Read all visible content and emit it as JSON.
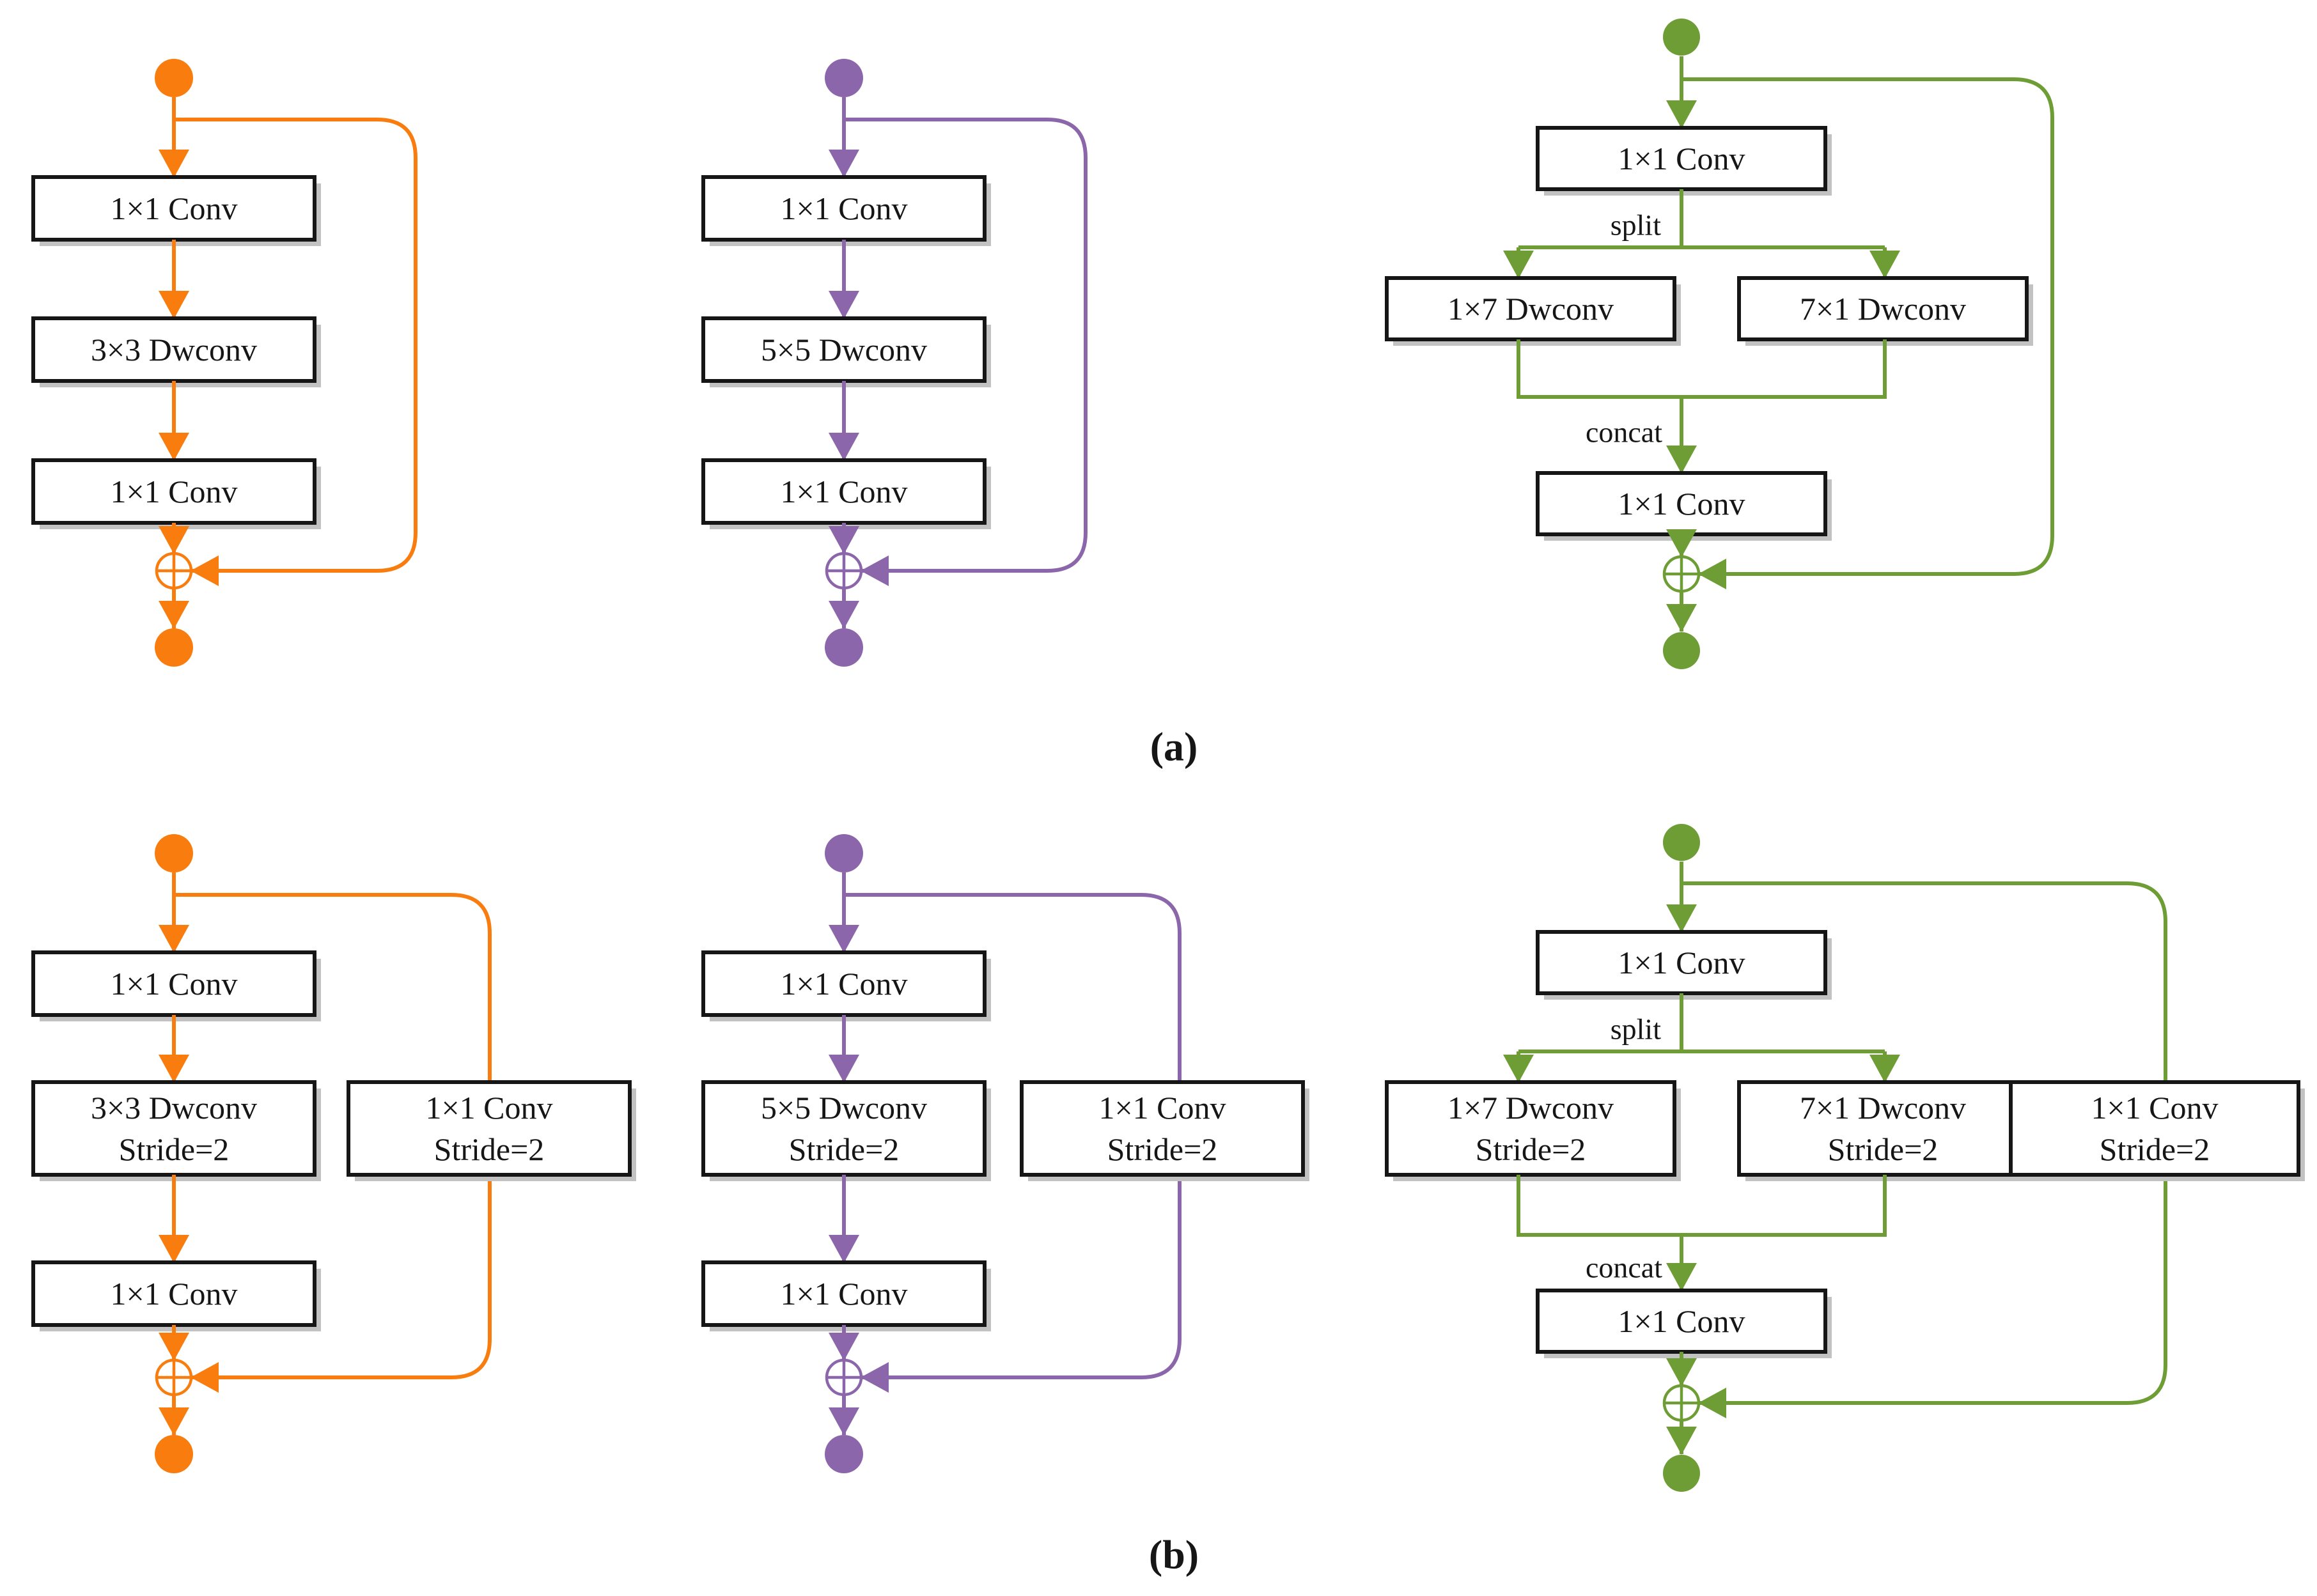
{
  "colors": {
    "orange": "#F87D0E",
    "purple": "#8C66AB",
    "green": "#6E9D36",
    "box_border": "#161616",
    "box_fill": "#FFFFFF",
    "text": "#161616",
    "shadow": "#C2C2C2",
    "background": "#FFFFFF"
  },
  "icons": {
    "add_operator": "circled-plus",
    "input_output_node": "filled-dot",
    "flow_arrow": "filled-triangle-arrowhead"
  },
  "row_a": {
    "label": "(a)",
    "orange": {
      "box1": "1×1 Conv",
      "box2": "3×3 Dwconv",
      "box3": "1×1 Conv"
    },
    "purple": {
      "box1": "1×1 Conv",
      "box2": "5×5 Dwconv",
      "box3": "1×1 Conv"
    },
    "green": {
      "box1": "1×1 Conv",
      "split_label": "split",
      "branch_left": "1×7 Dwconv",
      "branch_right": "7×1 Dwconv",
      "concat_label": "concat",
      "box2": "1×1 Conv"
    }
  },
  "row_b": {
    "label": "(b)",
    "orange": {
      "box1": "1×1 Conv",
      "box2_line1": "3×3 Dwconv",
      "box2_line2": "Stride=2",
      "box3": "1×1 Conv",
      "side_box_line1": "1×1 Conv",
      "side_box_line2": "Stride=2"
    },
    "purple": {
      "box1": "1×1 Conv",
      "box2_line1": "5×5 Dwconv",
      "box2_line2": "Stride=2",
      "box3": "1×1 Conv",
      "side_box_line1": "1×1 Conv",
      "side_box_line2": "Stride=2"
    },
    "green": {
      "box1": "1×1 Conv",
      "split_label": "split",
      "branch_left_line1": "1×7 Dwconv",
      "branch_left_line2": "Stride=2",
      "branch_right_line1": "7×1 Dwconv",
      "branch_right_line2": "Stride=2",
      "concat_label": "concat",
      "box2": "1×1 Conv",
      "side_box_line1": "1×1 Conv",
      "side_box_line2": "Stride=2"
    }
  }
}
